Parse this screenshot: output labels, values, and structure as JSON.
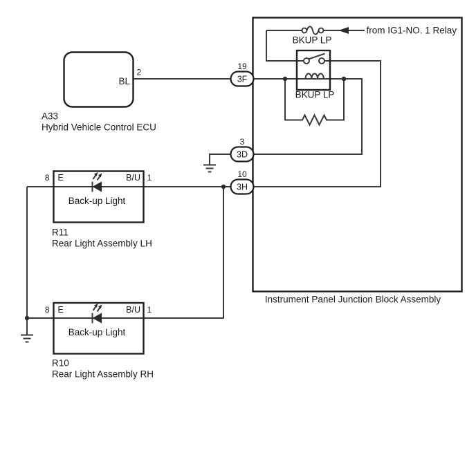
{
  "colors": {
    "background": "#ffffff",
    "line": "#3a3a3a",
    "box_line": "#1e1e1e",
    "text": "#1a1a1a"
  },
  "ecu": {
    "code": "A33",
    "name": "Hybrid Vehicle Control ECU",
    "wire_label": "BL",
    "pin": "2"
  },
  "junction_block": {
    "name": "Instrument Panel Junction Block Assembly",
    "source_note": "from IG1-NO. 1 Relay",
    "fuse": {
      "label": "BKUP LP"
    },
    "relay": {
      "label": "BKUP LP"
    },
    "connectors": [
      {
        "id": "3F",
        "pin": "19"
      },
      {
        "id": "3D",
        "pin": "3"
      },
      {
        "id": "3H",
        "pin": "10"
      }
    ]
  },
  "rear_lights": [
    {
      "code": "R11",
      "name": "Rear Light Assembly LH",
      "component": "Back-up Light",
      "left_pin": "8",
      "left_terminal": "E",
      "right_terminal": "B/U",
      "right_pin": "1"
    },
    {
      "code": "R10",
      "name": "Rear Light Assembly RH",
      "component": "Back-up Light",
      "left_pin": "8",
      "left_terminal": "E",
      "right_terminal": "B/U",
      "right_pin": "1"
    }
  ]
}
